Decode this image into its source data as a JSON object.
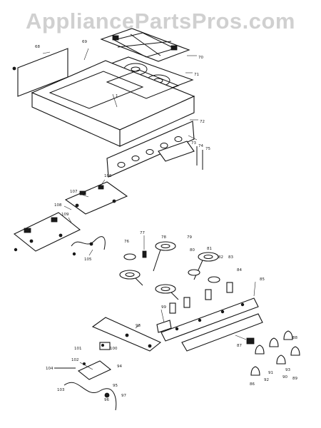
{
  "watermark": "AppliancePartsPros.com",
  "colors": {
    "ink": "#111111",
    "background": "#ffffff",
    "watermark": "#aaaaaa"
  },
  "diagram": {
    "callouts": {
      "c68": "68",
      "c69": "69",
      "c70": "70",
      "c71": "71",
      "c1": "1",
      "c72": "72",
      "c73": "73",
      "c74": "74",
      "c75": "75",
      "c106": "106",
      "c107": "107",
      "c108": "108",
      "c109": "109",
      "c105": "105",
      "c76": "76",
      "c77": "77",
      "c78": "78",
      "c79": "79",
      "c80": "80",
      "c81": "81",
      "c82": "82",
      "c83": "83",
      "c84": "84",
      "c85": "85",
      "c86": "86",
      "c87": "87",
      "c88": "88",
      "c89": "89",
      "c90": "90",
      "c91": "91",
      "c92": "92",
      "c93": "93",
      "c98": "98",
      "c99": "99",
      "c100": "100",
      "c101": "101",
      "c102": "102",
      "c103": "103",
      "c104": "104",
      "c94": "94",
      "c95": "95",
      "c96": "96",
      "c97": "97"
    }
  }
}
